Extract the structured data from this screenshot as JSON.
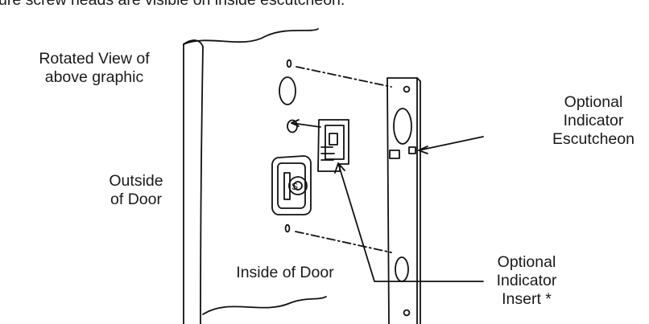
{
  "top_note": "ure screw heads are visible on inside escutcheon.",
  "labels": {
    "rotated_view": [
      "Rotated View of",
      "above graphic"
    ],
    "outside_of_door": [
      "Outside",
      "of Door"
    ],
    "inside_of_door": "Inside of Door",
    "optional_escutcheon": [
      "Optional",
      "Indicator",
      "Escutcheon"
    ],
    "optional_insert": [
      "Optional",
      "Indicator",
      "Insert *"
    ]
  },
  "hidden_marks": {
    "emblem_letter": "S"
  }
}
